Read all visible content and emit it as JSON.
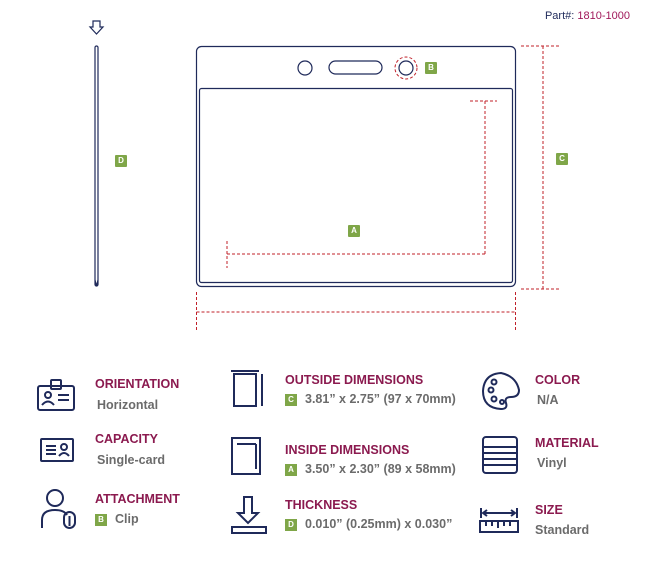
{
  "part": {
    "label": "Part#:",
    "number": "1810-1000"
  },
  "callouts": {
    "a": "A",
    "b": "B",
    "c": "C",
    "d": "D"
  },
  "specs": [
    {
      "title": "ORIENTATION",
      "value": "Horizontal",
      "icon": "id-card-icon"
    },
    {
      "title": "CAPACITY",
      "value": "Single-card",
      "icon": "card-icon"
    },
    {
      "title": "ATTACHMENT",
      "tag": "B",
      "value": "Clip",
      "icon": "person-clip-icon"
    },
    {
      "title": "OUTSIDE DIMENSIONS",
      "tag": "C",
      "value": "3.81” x 2.75” (97 x 70mm)",
      "icon": "outside-dimensions-icon"
    },
    {
      "title": "INSIDE DIMENSIONS",
      "tag": "A",
      "value": "3.50” x 2.30” (89 x 58mm)",
      "icon": "inside-dimensions-icon"
    },
    {
      "title": "THICKNESS",
      "tag": "D",
      "value": "0.010” (0.25mm) x 0.030”",
      "icon": "thickness-icon"
    },
    {
      "title": "COLOR",
      "value": "N/A",
      "icon": "palette-icon"
    },
    {
      "title": "MATERIAL",
      "value": "Vinyl",
      "icon": "material-roll-icon"
    },
    {
      "title": "SIZE",
      "value": "Standard",
      "icon": "ruler-icon"
    }
  ]
}
